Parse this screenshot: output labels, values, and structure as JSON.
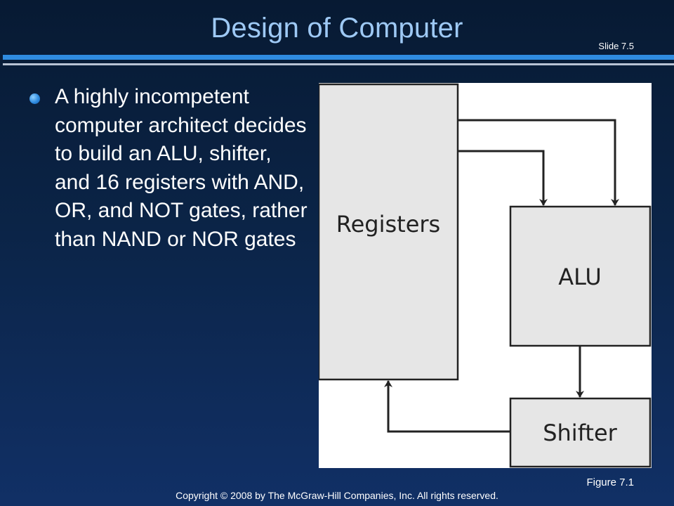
{
  "slide": {
    "title": "Design of Computer",
    "number": "Slide 7.5",
    "bullet": "A highly incompetent computer architect decides to build an ALU, shifter, and 16 registers with AND, OR, and NOT gates, rather than NAND or NOR gates",
    "figure_caption": "Figure 7.1",
    "copyright": "Copyright © 2008 by The McGraw-Hill Companies, Inc.  All rights reserved."
  },
  "figure": {
    "boxes": {
      "registers": "Registers",
      "alu": "ALU",
      "shifter": "Shifter"
    }
  },
  "colors": {
    "title": "#9ec9f5",
    "accent": "#2f8be0",
    "box_fill": "#e6e6e6",
    "stroke": "#222222"
  }
}
